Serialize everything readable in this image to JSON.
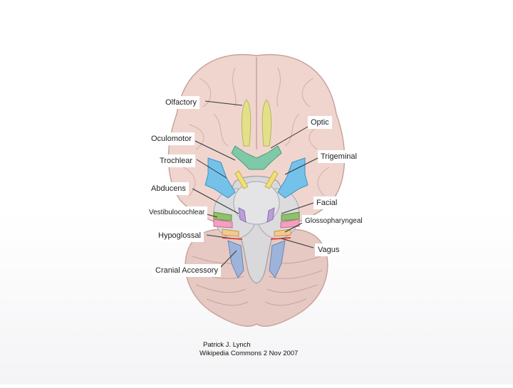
{
  "diagram": {
    "labels": {
      "olfactory": "Olfactory",
      "optic": "Optic",
      "oculomotor": "Oculomotor",
      "trochlear": "Trochlear",
      "trigeminal": "Trigeminal",
      "abducens": "Abducens",
      "facial": "Facial",
      "vestibulocochlear": "Vestibulocochlear",
      "glossopharyngeal": "Glossopharyngeal",
      "hypoglossal": "Hypoglossal",
      "vagus": "Vagus",
      "accessory": "Cranial Accessory"
    },
    "credit": {
      "author": "Patrick J. Lynch",
      "source": "Wikipedia Commons 2 Nov 2007"
    },
    "colors": {
      "cerebrum": "#f0d5cf",
      "cerebellum": "#e6c9c2",
      "brainstem": "#d9d9dc",
      "olfactory": "#e3e08a",
      "optic": "#7fc9a8",
      "oculomotor": "#f0e07a",
      "trigeminal": "#74c2ea",
      "abducens": "#b7a0d6",
      "facial": "#8fc06a",
      "vestibulocochlear": "#f2a0c0",
      "glossopharyngeal": "#f5c88c",
      "vagus": "#9db4da",
      "hypoglossal": "#e2483a",
      "label_line": "#333333"
    }
  }
}
